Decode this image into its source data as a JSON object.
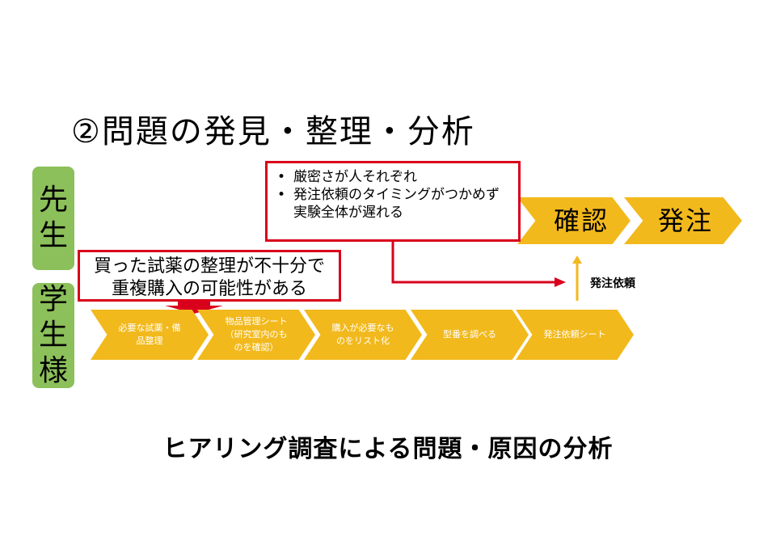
{
  "title": "②問題の発見・整理・分析",
  "roles": {
    "teacher": [
      "先",
      "生"
    ],
    "student": [
      "学",
      "生",
      "様"
    ]
  },
  "teacher_steps": [
    {
      "label": "確認"
    },
    {
      "label": "発注"
    }
  ],
  "student_steps": [
    {
      "label": "必要な試薬・備\n品整理"
    },
    {
      "label": "物品管理シート\n（研究室内のも\nのを確認）"
    },
    {
      "label": "購入が必要なも\nのをリスト化"
    },
    {
      "label": "型番を調べる"
    },
    {
      "label": "発注依頼シート"
    }
  ],
  "problem_box_1": {
    "bullets": [
      "厳密さが人それぞれ",
      "発注依頼のタイミングがつかめず実験全体が遅れる"
    ]
  },
  "problem_box_2": {
    "text": "買った試薬の整理が不十分で\n重複購入の可能性がある"
  },
  "order_request_label": "発注依頼",
  "caption": "ヒアリング調査による問題・原因の分析",
  "colors": {
    "chevron": "#f2b91d",
    "role": "#8cc05a",
    "problem_border": "#d9001b"
  }
}
